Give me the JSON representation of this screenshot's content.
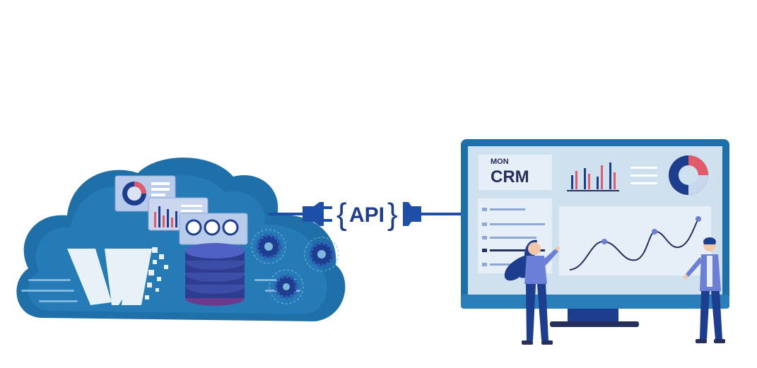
{
  "api": {
    "label": "API",
    "brace_left": "{",
    "brace_right": "}"
  },
  "crm": {
    "small_label": "MON",
    "big_label": "CRM"
  },
  "colors": {
    "cloud": "#1f6fa8",
    "cloud_light": "#3a8fcb",
    "navy": "#1d3d8f",
    "monitor_frame": "#1f6fa8",
    "screen_bg": "#cfe0ef",
    "accent_red": "#e05a6a",
    "panel_bg": "#e6eef8",
    "text_dark": "#26305c"
  },
  "icons": [
    "cloud-icon",
    "database-icon",
    "gear-icon",
    "plug-icon",
    "socket-icon",
    "monitor-icon",
    "donut-chart-icon",
    "bar-chart-icon",
    "line-chart-icon"
  ]
}
